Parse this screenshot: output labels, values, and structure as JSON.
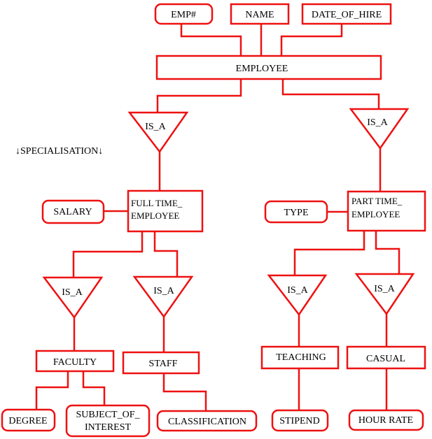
{
  "diagram": {
    "type": "EER specialization diagram",
    "stroke_color": "#ee1111",
    "label_specialisation": "↓SPECIALISATION↓",
    "entities": {
      "employee": "EMPLOYEE",
      "full_time": [
        "FULL TIME_",
        "EMPLOYEE"
      ],
      "part_time": [
        "PART TIME_",
        "EMPLOYEE"
      ],
      "faculty": "FACULTY",
      "staff": "STAFF",
      "teaching": "TEACHING",
      "casual": "CASUAL"
    },
    "attributes": {
      "emp_no": "EMP#",
      "name": "NAME",
      "date_of_hire": "DATE_OF_HIRE",
      "salary": "SALARY",
      "type": "TYPE",
      "degree": "DEGREE",
      "subject_of_interest": [
        "SUBJECT_OF_",
        "INTEREST"
      ],
      "classification": "CLASSIFICATION",
      "stipend": "STIPEND",
      "hour_rate": "HOUR RATE"
    },
    "isa_label": "IS_A"
  }
}
